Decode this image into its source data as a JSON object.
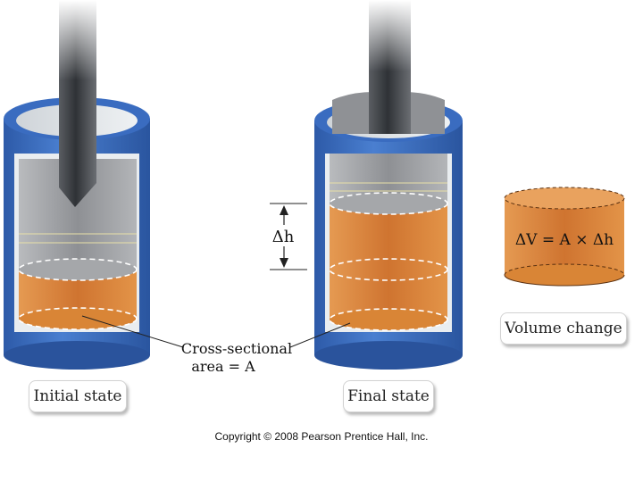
{
  "labels": {
    "initial_state": "Initial state",
    "final_state": "Final state",
    "volume_change": "Volume change",
    "cross_sectional_line1": "Cross-sectional",
    "cross_sectional_line2": "area = A",
    "delta_h": "Δh",
    "equation": "ΔV = A × Δh"
  },
  "copyright": "Copyright © 2008 Pearson Prentice Hall, Inc.",
  "colors": {
    "cylinder_blue": "#3b6fc4",
    "cylinder_blue_dark": "#274f9a",
    "gas_orange": "#d9823a",
    "piston_gray": "#a7a9ac"
  }
}
